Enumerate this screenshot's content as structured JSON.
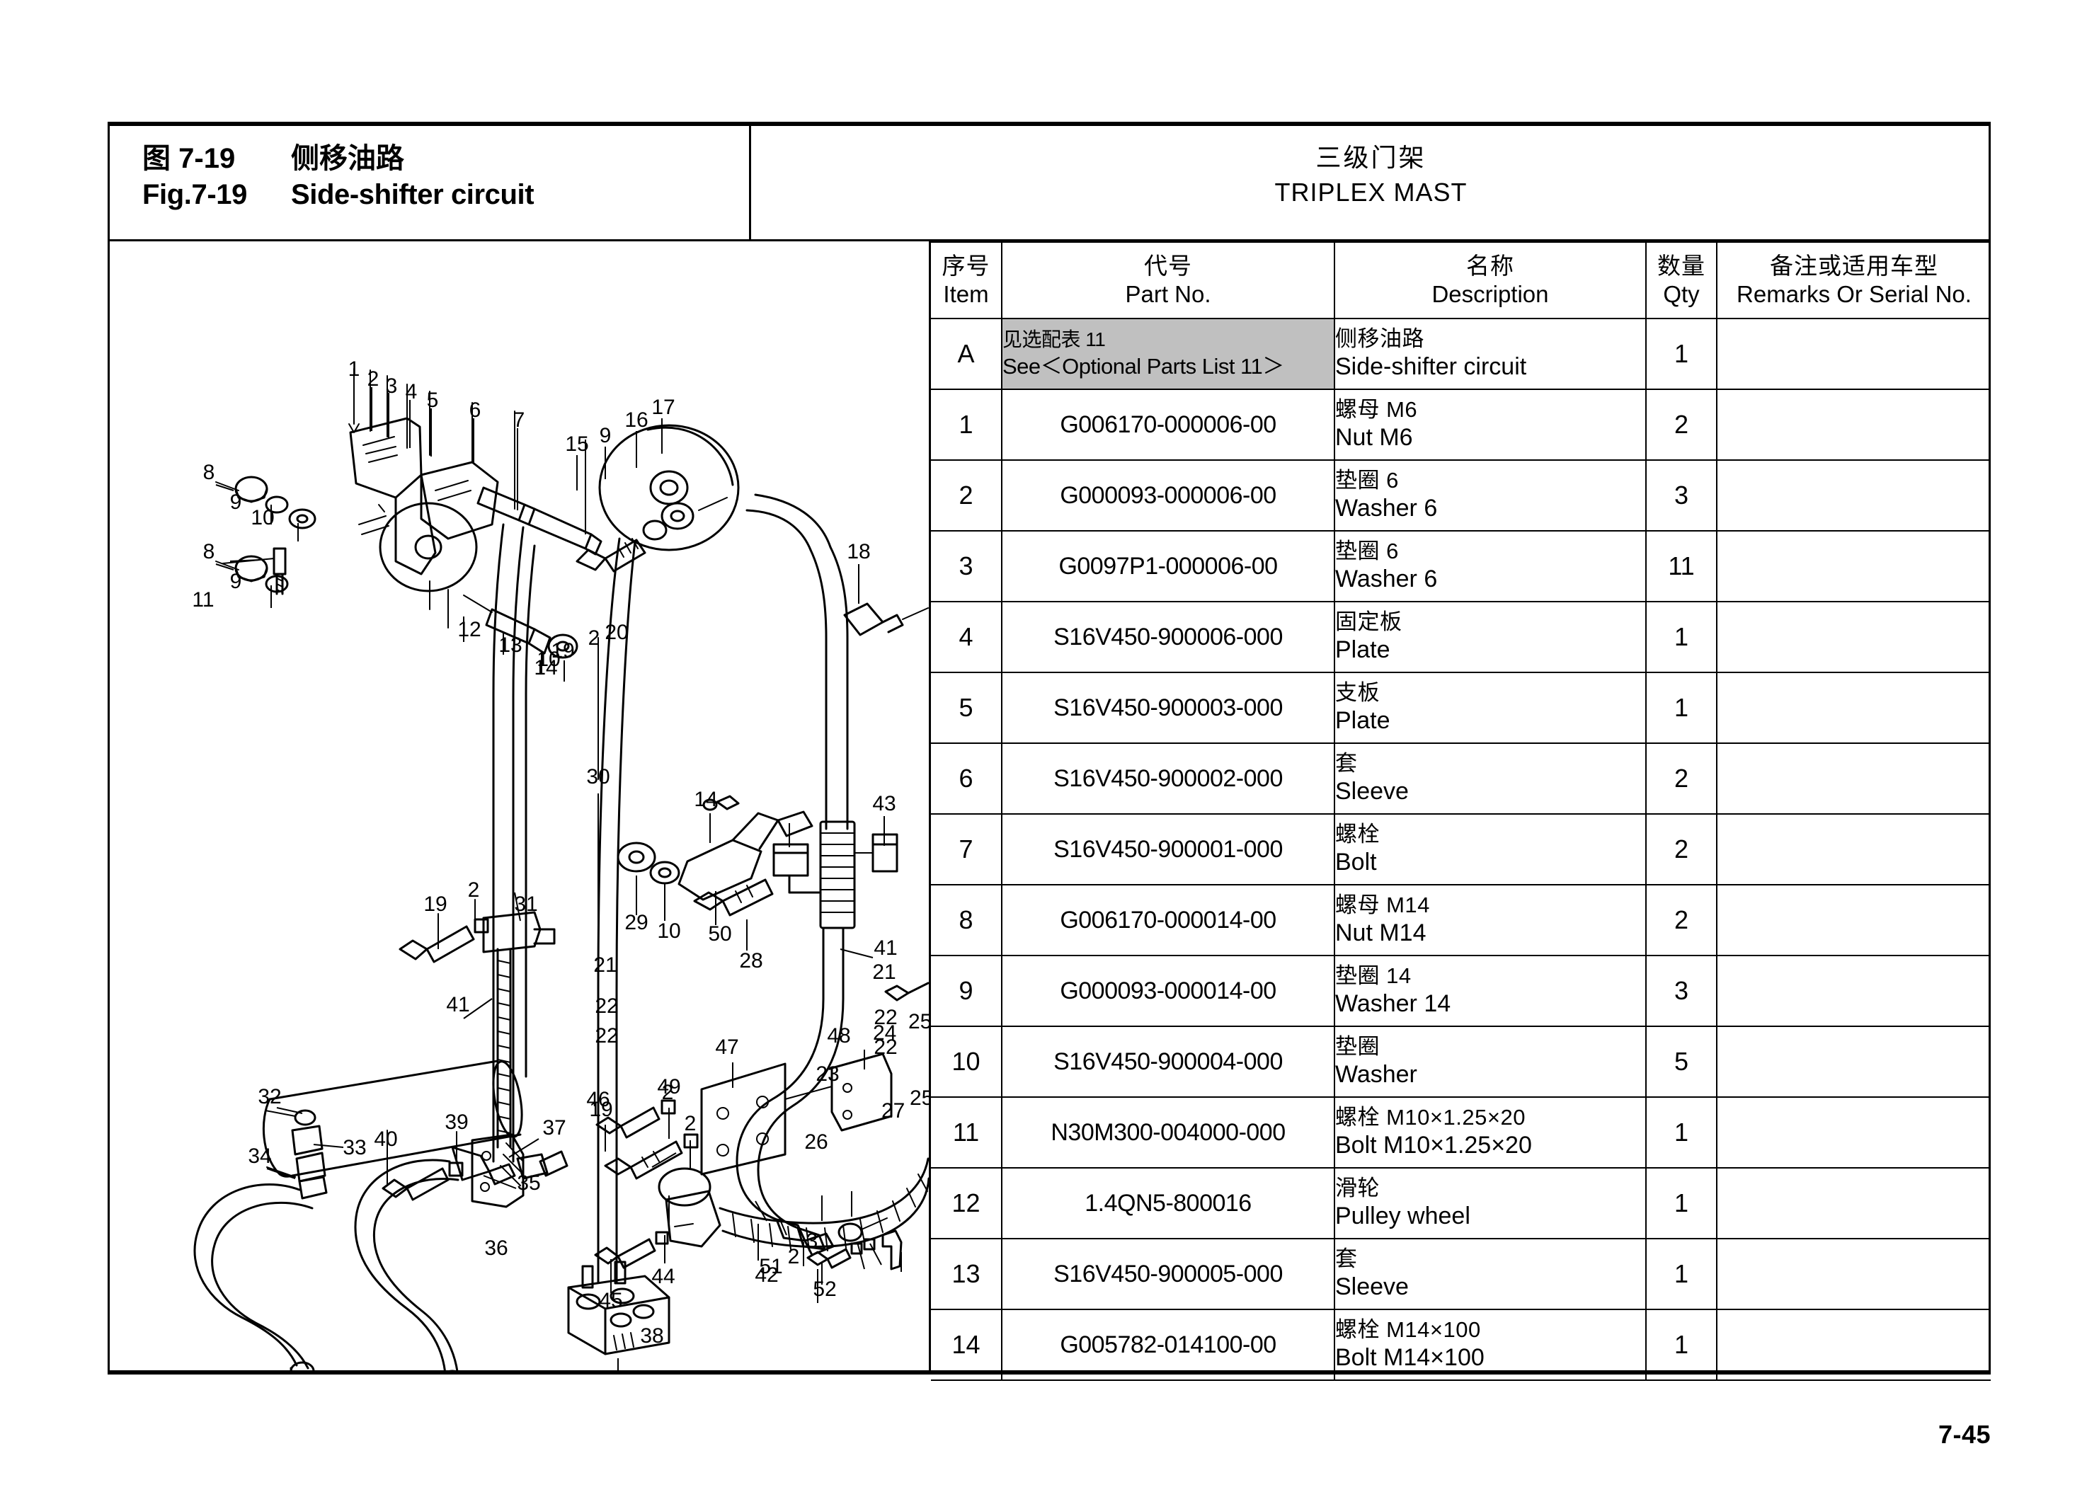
{
  "figure": {
    "cn_label": "图",
    "cn_number": "7-19",
    "cn_title": "侧移油路",
    "en_label": "Fig.7-19",
    "en_title": "Side-shifter circuit"
  },
  "mast": {
    "cn_title": "三级门架",
    "en_title": "TRIPLEX MAST"
  },
  "table": {
    "headers": [
      {
        "cn": "序号",
        "en": "Item"
      },
      {
        "cn": "代号",
        "en": "Part No."
      },
      {
        "cn": "名称",
        "en": "Description"
      },
      {
        "cn": "数量",
        "en": "Qty"
      },
      {
        "cn": "备注或适用车型",
        "en": "Remarks Or Serial No."
      }
    ],
    "rows": [
      {
        "item": "A",
        "part_optional": true,
        "part_cn": "见选配表 11",
        "part_en": "See＜Optional Parts List 11＞",
        "part_no": "",
        "desc_cn": "侧移油路",
        "desc_en": "Side-shifter circuit",
        "qty": "1",
        "remarks": ""
      },
      {
        "item": "1",
        "part_no": "G006170-000006-00",
        "desc_cn": "螺母 M6",
        "desc_en": "Nut M6",
        "qty": "2",
        "remarks": ""
      },
      {
        "item": "2",
        "part_no": "G000093-000006-00",
        "desc_cn": "垫圈 6",
        "desc_en": "Washer 6",
        "qty": "3",
        "remarks": ""
      },
      {
        "item": "3",
        "part_no": "G0097P1-000006-00",
        "desc_cn": "垫圈 6",
        "desc_en": "Washer 6",
        "qty": "11",
        "remarks": ""
      },
      {
        "item": "4",
        "part_no": "S16V450-900006-000",
        "desc_cn": "固定板",
        "desc_en": "Plate",
        "qty": "1",
        "remarks": ""
      },
      {
        "item": "5",
        "part_no": "S16V450-900003-000",
        "desc_cn": "支板",
        "desc_en": "Plate",
        "qty": "1",
        "remarks": ""
      },
      {
        "item": "6",
        "part_no": "S16V450-900002-000",
        "desc_cn": "套",
        "desc_en": "Sleeve",
        "qty": "2",
        "remarks": ""
      },
      {
        "item": "7",
        "part_no": "S16V450-900001-000",
        "desc_cn": "螺栓",
        "desc_en": "Bolt",
        "qty": "2",
        "remarks": ""
      },
      {
        "item": "8",
        "part_no": "G006170-000014-00",
        "desc_cn": "螺母 M14",
        "desc_en": "Nut M14",
        "qty": "2",
        "remarks": ""
      },
      {
        "item": "9",
        "part_no": "G000093-000014-00",
        "desc_cn": "垫圈 14",
        "desc_en": "Washer 14",
        "qty": "3",
        "remarks": ""
      },
      {
        "item": "10",
        "part_no": "S16V450-900004-000",
        "desc_cn": "垫圈",
        "desc_en": "Washer",
        "qty": "5",
        "remarks": ""
      },
      {
        "item": "11",
        "part_no": "N30M300-004000-000",
        "desc_cn": "螺栓  M10×1.25×20",
        "desc_en": "Bolt M10×1.25×20",
        "qty": "1",
        "remarks": ""
      },
      {
        "item": "12",
        "part_no": "1.4QN5-800016",
        "desc_cn": "滑轮",
        "desc_en": "Pulley wheel",
        "qty": "1",
        "remarks": ""
      },
      {
        "item": "13",
        "part_no": "S16V450-900005-000",
        "desc_cn": "套",
        "desc_en": "Sleeve",
        "qty": "1",
        "remarks": ""
      },
      {
        "item": "14",
        "part_no": "G005782-014100-00",
        "desc_cn": "螺栓 M14×100",
        "desc_en": "Bolt M14×100",
        "qty": "1",
        "remarks": ""
      }
    ]
  },
  "diagram": {
    "callouts": [
      "1",
      "2",
      "3",
      "4",
      "5",
      "6",
      "7",
      "8",
      "9",
      "10",
      "8",
      "9",
      "10",
      "8",
      "9",
      "11",
      "12",
      "13",
      "10",
      "14",
      "15",
      "16",
      "17",
      "18",
      "19",
      "2",
      "20",
      "21",
      "21",
      "22",
      "22",
      "22",
      "22",
      "23",
      "24",
      "25",
      "25",
      "26",
      "27",
      "28",
      "29",
      "10",
      "30",
      "31",
      "19",
      "2",
      "32",
      "33",
      "34",
      "35",
      "36",
      "37",
      "38",
      "39",
      "40",
      "41",
      "41",
      "42",
      "43",
      "44",
      "45",
      "44",
      "45",
      "46",
      "47",
      "48",
      "49",
      "50",
      "51",
      "2",
      "3",
      "52",
      "2",
      "19",
      "14"
    ]
  },
  "page_number": "7-45"
}
